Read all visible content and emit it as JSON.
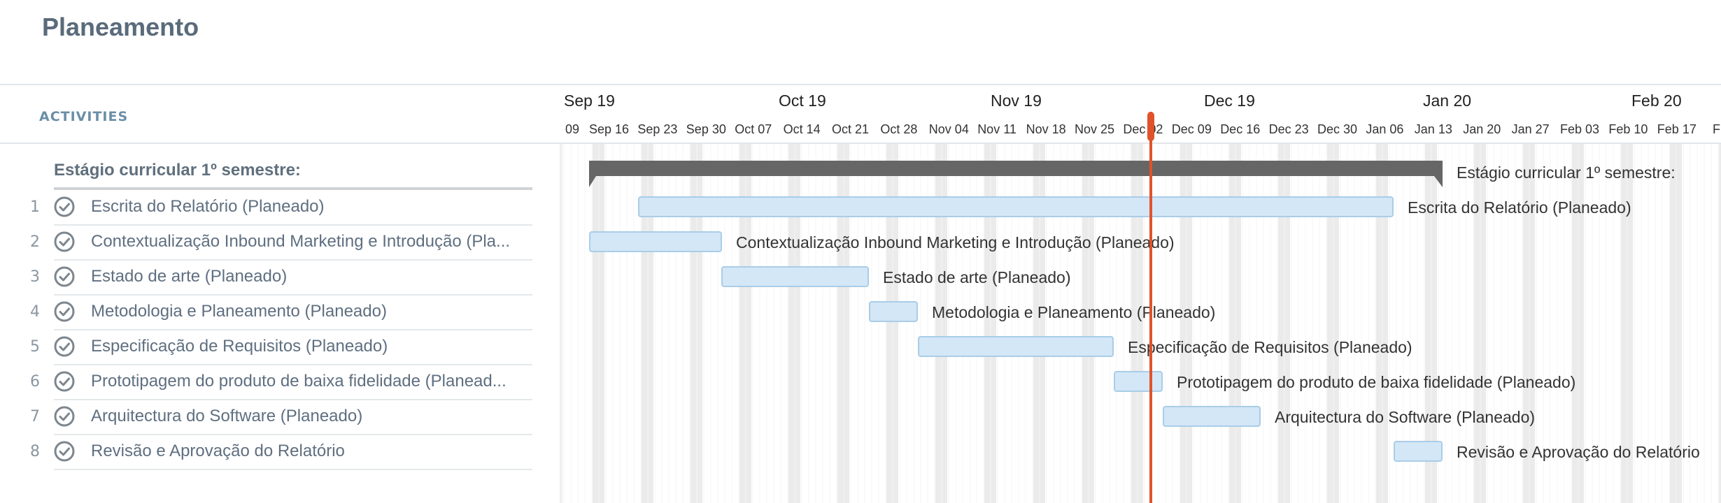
{
  "page": {
    "title": "Planeamento"
  },
  "activities_header": "ACTIVITIES",
  "group": {
    "name": "Estágio curricular 1º semestre:",
    "bar_color": "#666666"
  },
  "timeline": {
    "months": [
      "Sep 19",
      "Oct 19",
      "Nov 19",
      "Dec 19",
      "Jan 20",
      "Feb 20"
    ],
    "weeks": [
      "09",
      "Sep 16",
      "Sep 23",
      "Sep 30",
      "Oct 07",
      "Oct 14",
      "Oct 21",
      "Oct 28",
      "Nov 04",
      "Nov 11",
      "Nov 18",
      "Nov 25",
      "Dec 02",
      "Dec 09",
      "Dec 16",
      "Dec 23",
      "Dec 30",
      "Jan 06",
      "Jan 13",
      "Jan 20",
      "Jan 27",
      "Feb 03",
      "Feb 10",
      "Feb 17",
      "F"
    ],
    "today_marker_color": "#e0532a",
    "task_bar_color": "#d4e7f6",
    "task_bar_border": "#a9cde8"
  },
  "tasks": [
    {
      "num": "1",
      "name": "Escrita do Relatório (Planeado)",
      "label": "Escrita do Relatório (Planeado)"
    },
    {
      "num": "2",
      "name": "Contextualização Inbound Marketing e Introdução (Pla...",
      "label": "Contextualização Inbound Marketing e Introdução (Planeado)"
    },
    {
      "num": "3",
      "name": "Estado de arte (Planeado)",
      "label": "Estado de arte (Planeado)"
    },
    {
      "num": "4",
      "name": "Metodologia e Planeamento (Planeado)",
      "label": "Metodologia e Planeamento (Planeado)"
    },
    {
      "num": "5",
      "name": "Especificação de Requisitos (Planeado)",
      "label": "Especificação de Requisitos (Planeado)"
    },
    {
      "num": "6",
      "name": "Prototipagem do produto de baixa fidelidade (Planead...",
      "label": "Prototipagem do produto de baixa fidelidade (Planeado)"
    },
    {
      "num": "7",
      "name": "Arquitectura do Software (Planeado)",
      "label": "Arquitectura do Software (Planeado)"
    },
    {
      "num": "8",
      "name": "Revisão e Aprovação do Relatório",
      "label": "Revisão e Aprovação do Relatório"
    }
  ]
}
